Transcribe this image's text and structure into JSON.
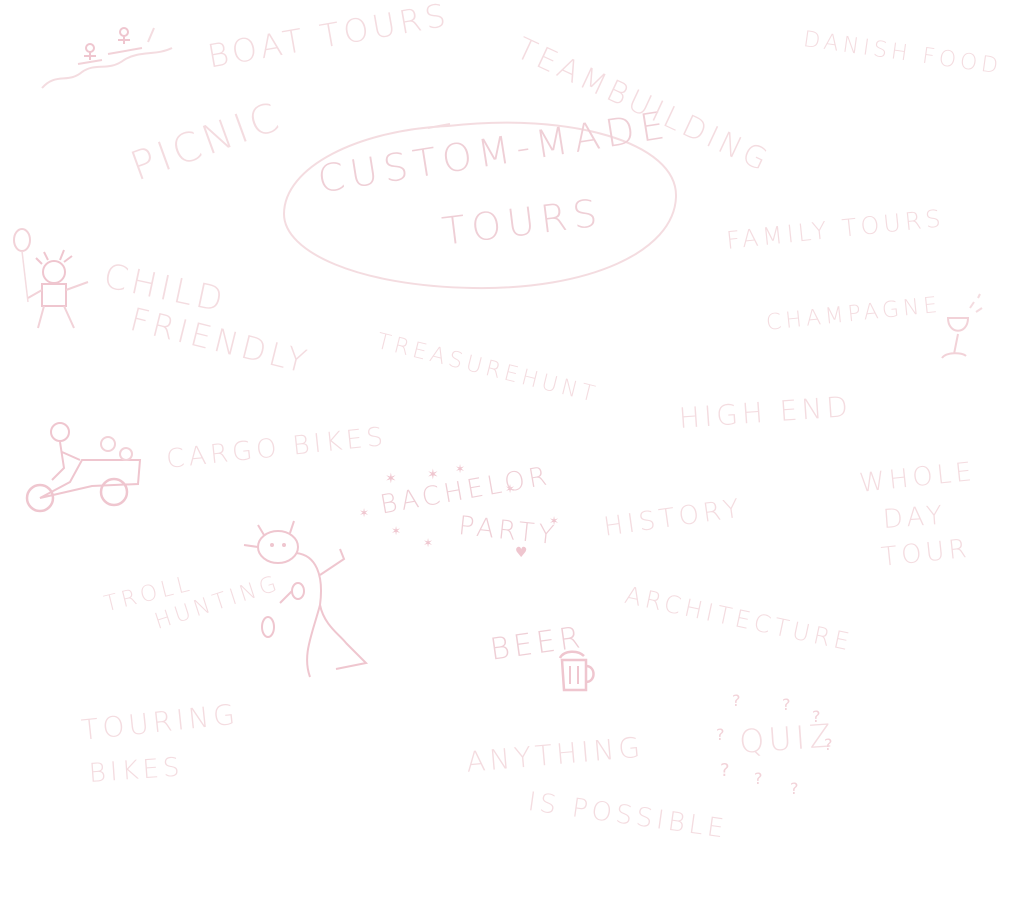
{
  "colors": {
    "background": "#ffffff",
    "ink": "#f4dce0",
    "ink_strong": "#efcfd6"
  },
  "center": {
    "line1": "CUSTOM-MADE",
    "line2": "TOURS"
  },
  "labels": {
    "boat_tours": "BOAT TOURS",
    "teambuilding": "TEAMBUILDING",
    "danish_food": "DANISH FOOD",
    "picnic": "PICNIC",
    "family_tours": "FAMILY TOURS",
    "child_friendly_1": "CHILD",
    "child_friendly_2": "FRIENDLY",
    "champagne": "CHAMPAGNE",
    "treasure_hunt": "TREASUREHUNT",
    "high_end": "HIGH END",
    "cargo_bikes": "CARGO BIKES",
    "whole_day_tour_1": "WHOLE",
    "whole_day_tour_2": "DAY",
    "whole_day_tour_3": "TOUR",
    "bachelor_party_1": "BACHELOR",
    "bachelor_party_2": "PARTY",
    "history": "HISTORY",
    "troll_hunting_1": "TROLL",
    "troll_hunting_2": "HUNTING",
    "architecture": "ARCHITECTURE",
    "beer": "BEER",
    "touring_bikes_1": "TOURING",
    "touring_bikes_2": "BIKES",
    "quiz": "QUIZ",
    "anything_1": "ANYTHING",
    "anything_2": "IS POSSIBLE"
  },
  "icons": [
    "boat-icon",
    "child-balloon-icon",
    "champagne-glass-icon",
    "cargo-bike-icon",
    "troll-icon",
    "beer-mug-icon",
    "question-marks-icon",
    "stars-heart-icon"
  ]
}
